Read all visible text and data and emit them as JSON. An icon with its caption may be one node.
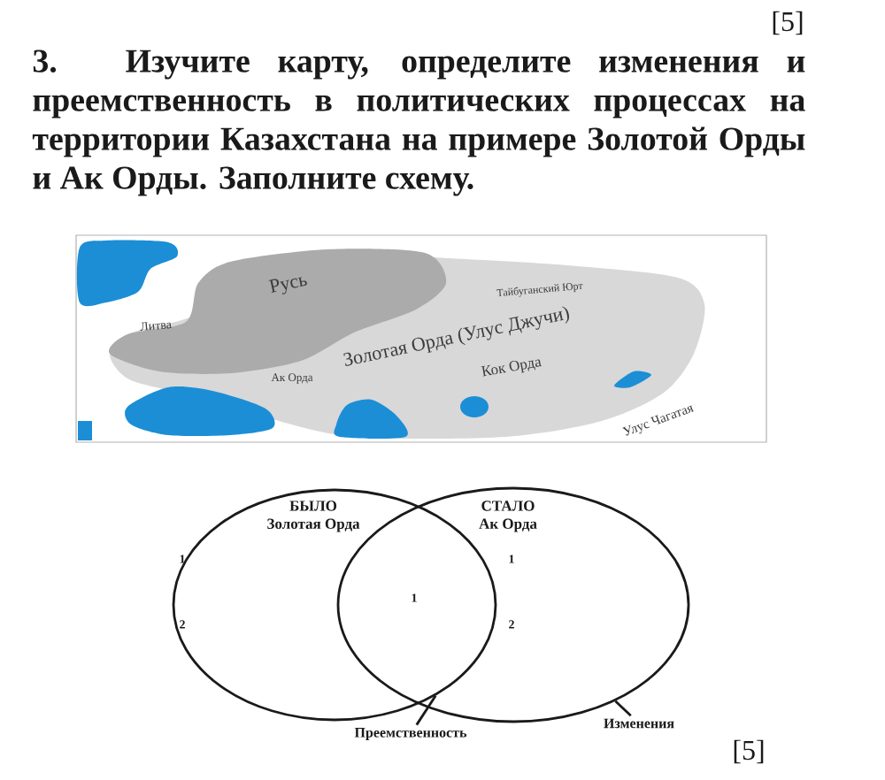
{
  "diagram": {
    "title": "3. Изучите карту, определите изменения и преемственность в политических процессах на территории Казахстана на примере Золотой Орды и Ак Орды. Заполните схему.",
    "nodes": [
      {
        "text": [
          "БЫЛО",
          "Золотая Орда",
          "1",
          "2"
        ]
      },
      {
        "text": [
          "СТАЛО",
          "Ак Орда",
          "1",
          "2"
        ]
      },
      {
        "text": [
          "Преемственность"
        ]
      },
      {
        "text": [
          "Изменения"
        ]
      }
    ],
    "edges": [
      {
        "from": 2,
        "to": 0,
        "arrow": "none"
      },
      {
        "from": 3,
        "to": 1,
        "arrow": "none"
      }
    ],
    "labels": [
      "[5]",
      "Русь",
      "Литва",
      "Золотая Орда (Улус Джучи)",
      "Ак Орда",
      "Кок Орда",
      "Тайбуганский Юрт",
      "Улус Чагатая",
      "1",
      "[5]"
    ]
  }
}
